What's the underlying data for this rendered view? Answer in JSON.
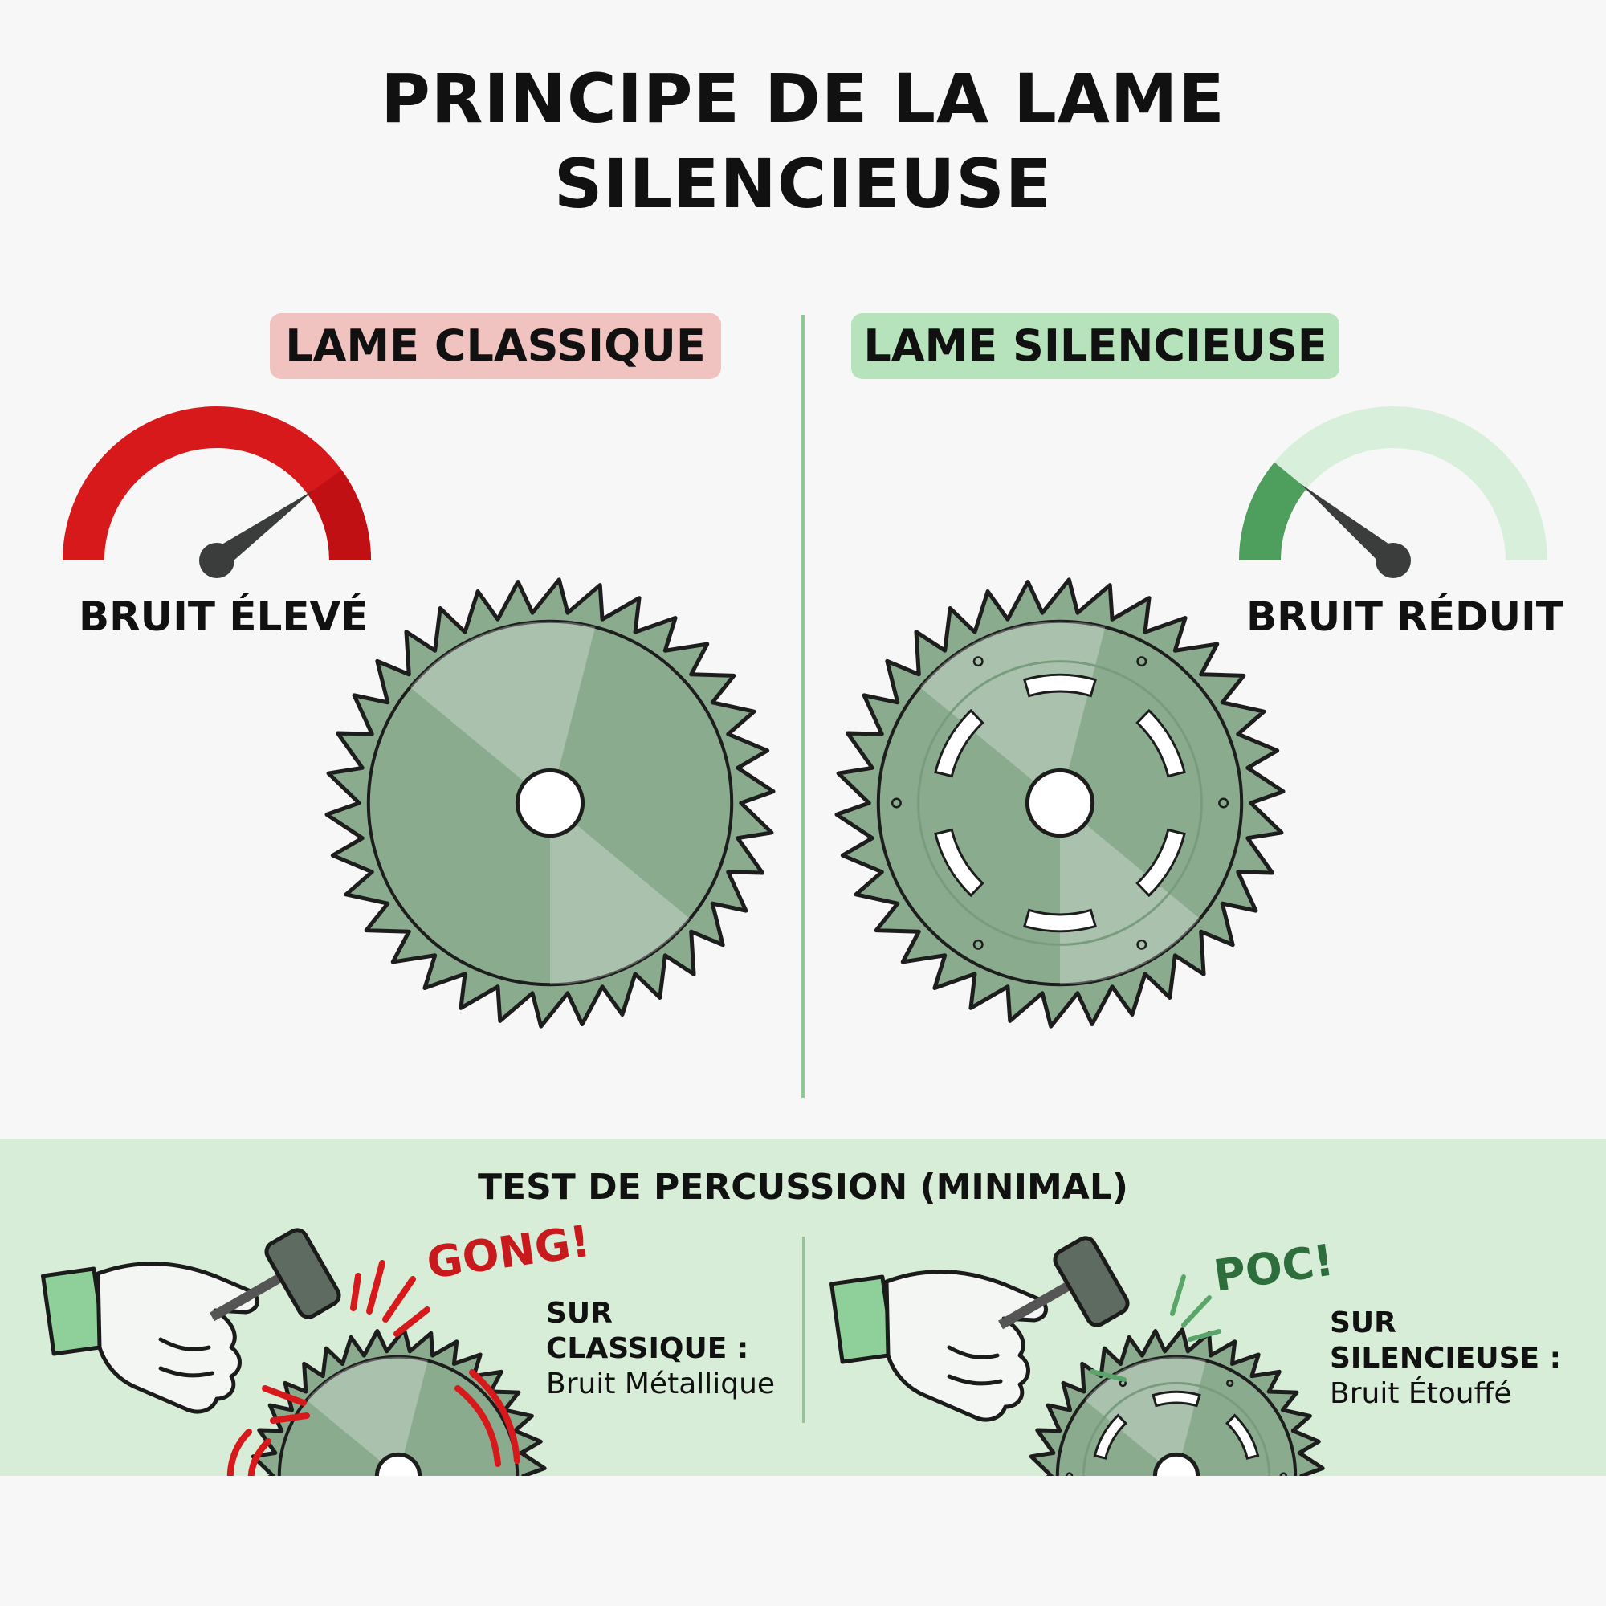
{
  "title": {
    "line1": "PRINCIPE DE LA LAME",
    "line2": "SILENCIEUSE"
  },
  "classic": {
    "label": "LAME CLASSIQUE",
    "noise_label": "BRUIT ÉLEVÉ",
    "gauge_level": 0.8,
    "gauge_color": "#d7191c",
    "pill_color": "#f0c3c1"
  },
  "silent": {
    "label": "LAME SILENCIEUSE",
    "noise_label": "BRUIT RÉDUIT",
    "gauge_level": 0.22,
    "gauge_color": "#4e9e5e",
    "gauge_track_color": "#d8efdb",
    "pill_color": "#b7e3bc"
  },
  "blade_color": "#8aab8e",
  "percussion": {
    "title": "TEST DE PERCUSSION (MINIMAL)",
    "classic": {
      "sound": "GONG!",
      "heading_line1": "SUR",
      "heading_line2": "CLASSIQUE :",
      "description": "Bruit Métallique"
    },
    "silent": {
      "sound": "POC!",
      "heading_line1": "SUR",
      "heading_line2": "SILENCIEUSE :",
      "description": "Bruit Étouffé"
    }
  }
}
